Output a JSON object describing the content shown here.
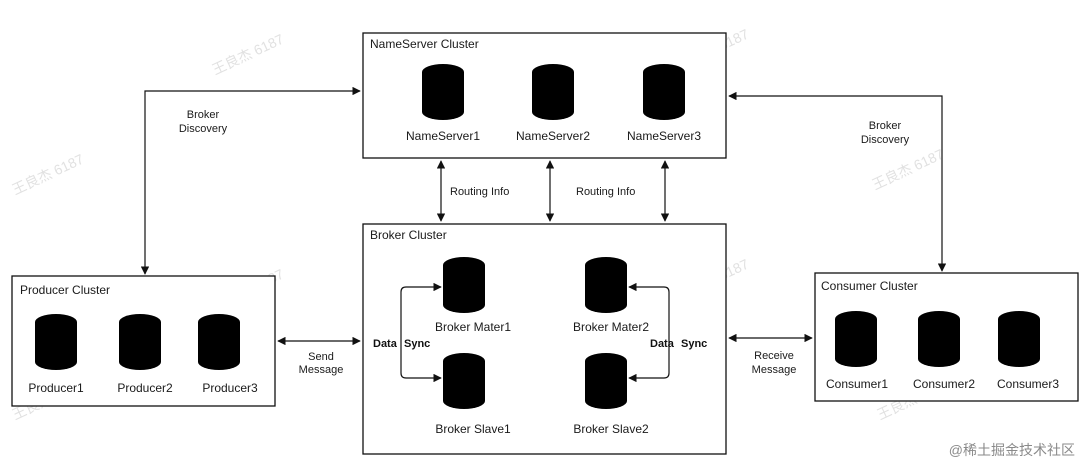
{
  "clusters": {
    "nameserver": {
      "title": "NameServer Cluster",
      "nodes": [
        "NameServer1",
        "NameServer2",
        "NameServer3"
      ]
    },
    "broker": {
      "title": "Broker Cluster",
      "nodes": [
        "Broker Mater1",
        "Broker Mater2",
        "Broker Slave1",
        "Broker Slave2"
      ]
    },
    "producer": {
      "title": "Producer Cluster",
      "nodes": [
        "Producer1",
        "Producer2",
        "Producer3"
      ]
    },
    "consumer": {
      "title": "Consumer Cluster",
      "nodes": [
        "Consumer1",
        "Consumer2",
        "Consumer3"
      ]
    }
  },
  "edges": {
    "broker_discovery_left": [
      "Broker",
      "Discovery"
    ],
    "broker_discovery_right": [
      "Broker",
      "Discovery"
    ],
    "routing_info_1": "Routing Info",
    "routing_info_2": "Routing Info",
    "send_message": [
      "Send",
      "Message"
    ],
    "receive_message": [
      "Receive",
      "Message"
    ],
    "data_sync_left": [
      "Data",
      "Sync"
    ],
    "data_sync_right": [
      "Data",
      "Sync"
    ]
  },
  "watermark": "王良杰 6187",
  "footer": "@稀土掘金技术社区"
}
